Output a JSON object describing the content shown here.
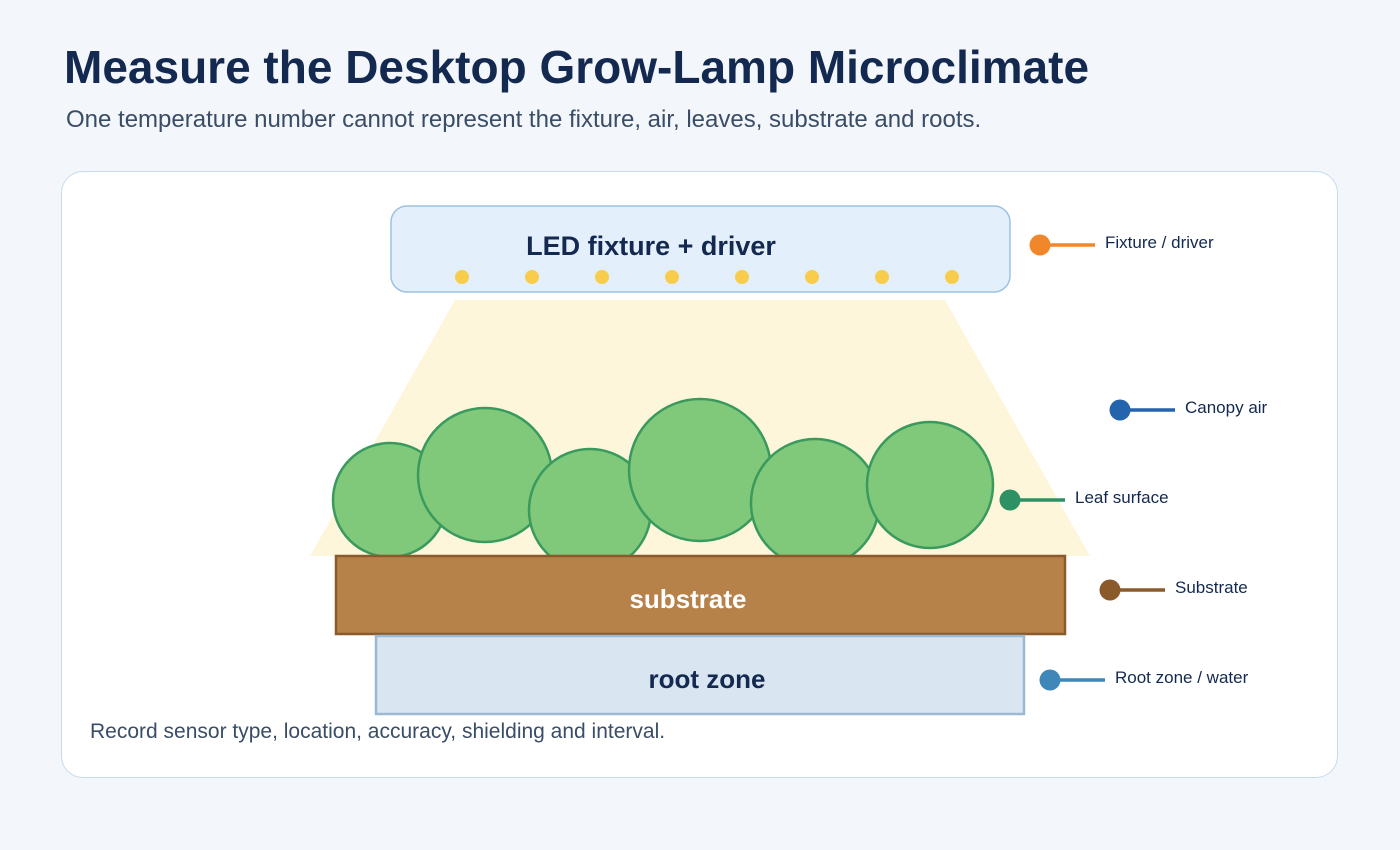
{
  "header": {
    "title": "Measure the Desktop Grow-Lamp Microclimate",
    "subtitle": "One temperature number cannot represent the fixture, air, leaves, substrate and roots."
  },
  "diagram": {
    "fixture_label": "LED fixture + driver",
    "substrate_label": "substrate",
    "root_zone_label": "root zone",
    "led_count": 8,
    "leaf_count": 6,
    "sensors": [
      {
        "key": "fixture",
        "label": "Fixture / driver",
        "color": "#f0872a"
      },
      {
        "key": "canopy-air",
        "label": "Canopy air",
        "color": "#2563ad"
      },
      {
        "key": "leaf-surface",
        "label": "Leaf surface",
        "color": "#2e9164"
      },
      {
        "key": "substrate",
        "label": "Substrate",
        "color": "#8a5a2b"
      },
      {
        "key": "root-zone",
        "label": "Root zone / water",
        "color": "#3f86b9"
      }
    ],
    "colors": {
      "fixture_fill": "#e4effc",
      "fixture_stroke": "#9ec2e2",
      "led": "#f7cd4b",
      "light_cone": "#fdf6da",
      "leaf_fill": "#80c87a",
      "leaf_stroke": "#3a9a5e",
      "substrate_fill": "#b7814a",
      "substrate_stroke": "#8a5a2b",
      "root_fill": "#d9e6f2",
      "root_stroke": "#9bb9d3",
      "title": "#13294f"
    }
  },
  "footnote": "Record sensor type, location, accuracy, shielding and interval."
}
